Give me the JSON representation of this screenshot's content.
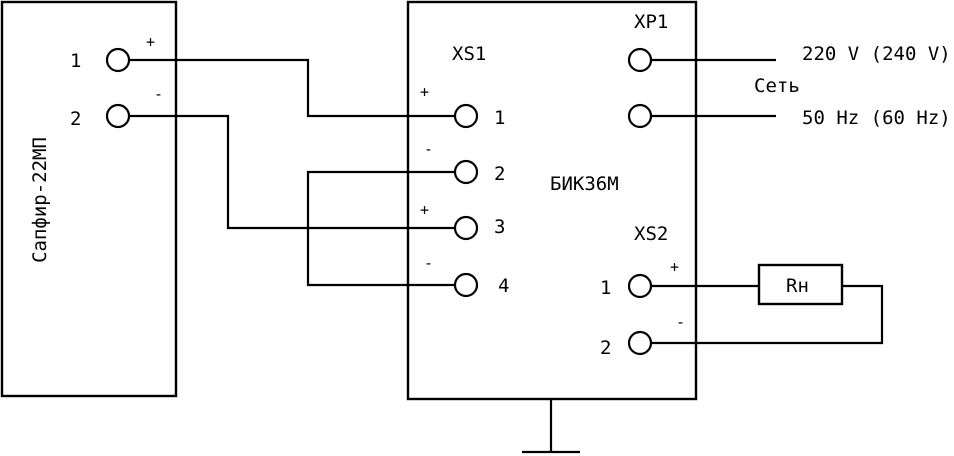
{
  "devices": {
    "sensor": {
      "name": "Сапфир-22МП"
    },
    "unit": {
      "name": "БИК36М"
    },
    "load": {
      "name": "Rн"
    }
  },
  "connectors": {
    "sensor": {
      "pins": [
        "1",
        "2"
      ],
      "signs": [
        "+",
        "-"
      ]
    },
    "xs1": {
      "name": "XS1",
      "pins": [
        "1",
        "2",
        "3",
        "4"
      ],
      "signs": [
        "+",
        "-",
        "+",
        "-"
      ]
    },
    "xp1": {
      "name": "XP1"
    },
    "xs2": {
      "name": "XS2",
      "pins": [
        "1",
        "2"
      ],
      "signs": [
        "+",
        "-"
      ]
    }
  },
  "mains": {
    "voltage": "220 V (240 V)",
    "label": "Сеть",
    "frequency": "50 Hz (60 Hz)"
  }
}
